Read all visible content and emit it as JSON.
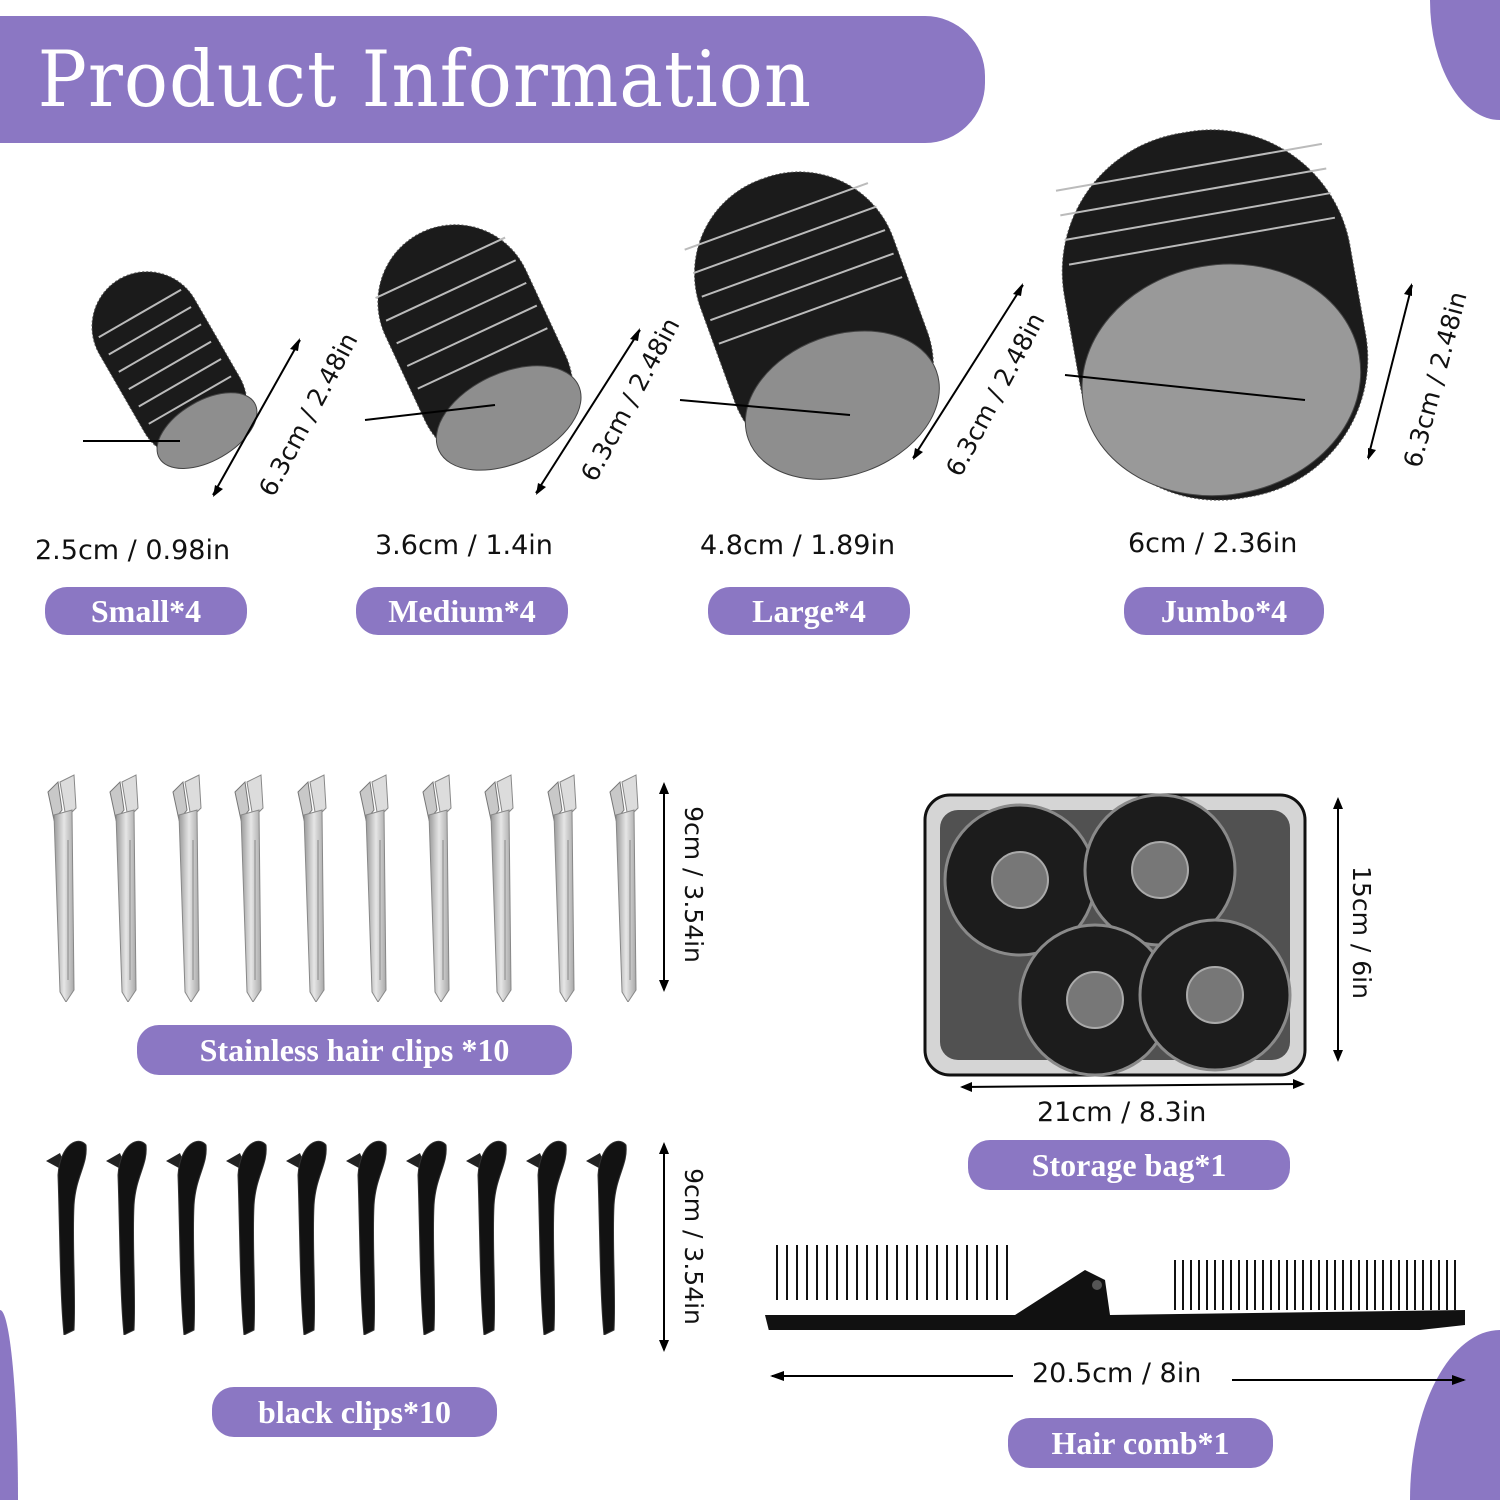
{
  "header": {
    "title": "Product Information"
  },
  "theme": {
    "accent": "#8b77c3",
    "text": "#111111",
    "background": "#ffffff"
  },
  "rollers": [
    {
      "name": "Small*4",
      "diameter": "2.5cm / 0.98in",
      "length": "6.3cm / 2.48in"
    },
    {
      "name": "Medium*4",
      "diameter": "3.6cm / 1.4in",
      "length": "6.3cm / 2.48in"
    },
    {
      "name": "Large*4",
      "diameter": "4.8cm / 1.89in",
      "length": "6.3cm / 2.48in"
    },
    {
      "name": "Jumbo*4",
      "diameter": "6cm / 2.36in",
      "length": "6.3cm / 2.48in"
    }
  ],
  "stainless_clips": {
    "label": "Stainless hair clips *10",
    "length": "9cm / 3.54in",
    "count": 10
  },
  "black_clips": {
    "label": "black clips*10",
    "length": "9cm / 3.54in",
    "count": 10
  },
  "storage_bag": {
    "label": "Storage bag*1",
    "width": "21cm / 8.3in",
    "height": "15cm / 6in"
  },
  "hair_comb": {
    "label": "Hair comb*1",
    "length": "20.5cm / 8in"
  }
}
